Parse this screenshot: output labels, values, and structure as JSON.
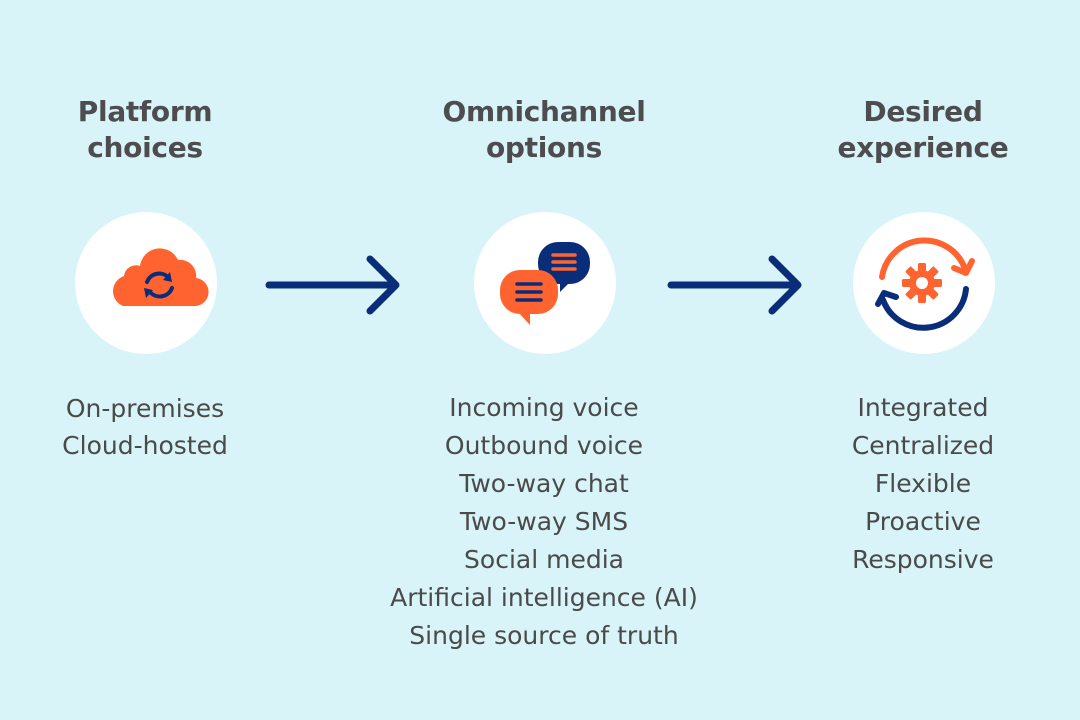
{
  "colors": {
    "orange": "#ff6430",
    "navy": "#0a2d7a",
    "background": "#d8f4f9",
    "text": "#4a4a4a"
  },
  "columns": [
    {
      "title_line1": "Platform",
      "title_line2": "choices",
      "icon": "cloud-sync-icon",
      "items": [
        "On-premises",
        "Cloud-hosted"
      ]
    },
    {
      "title_line1": "Omnichannel",
      "title_line2": "options",
      "icon": "chat-bubbles-icon",
      "items": [
        "Incoming voice",
        "Outbound voice",
        "Two-way chat",
        "Two-way SMS",
        "Social media",
        "Artificial intelligence (AI)",
        "Single source of truth"
      ]
    },
    {
      "title_line1": "Desired",
      "title_line2": "experience",
      "icon": "gear-cycle-icon",
      "items": [
        "Integrated",
        "Centralized",
        "Flexible",
        "Proactive",
        "Responsive"
      ]
    }
  ],
  "arrows": [
    "arrow-right-icon",
    "arrow-right-icon"
  ]
}
